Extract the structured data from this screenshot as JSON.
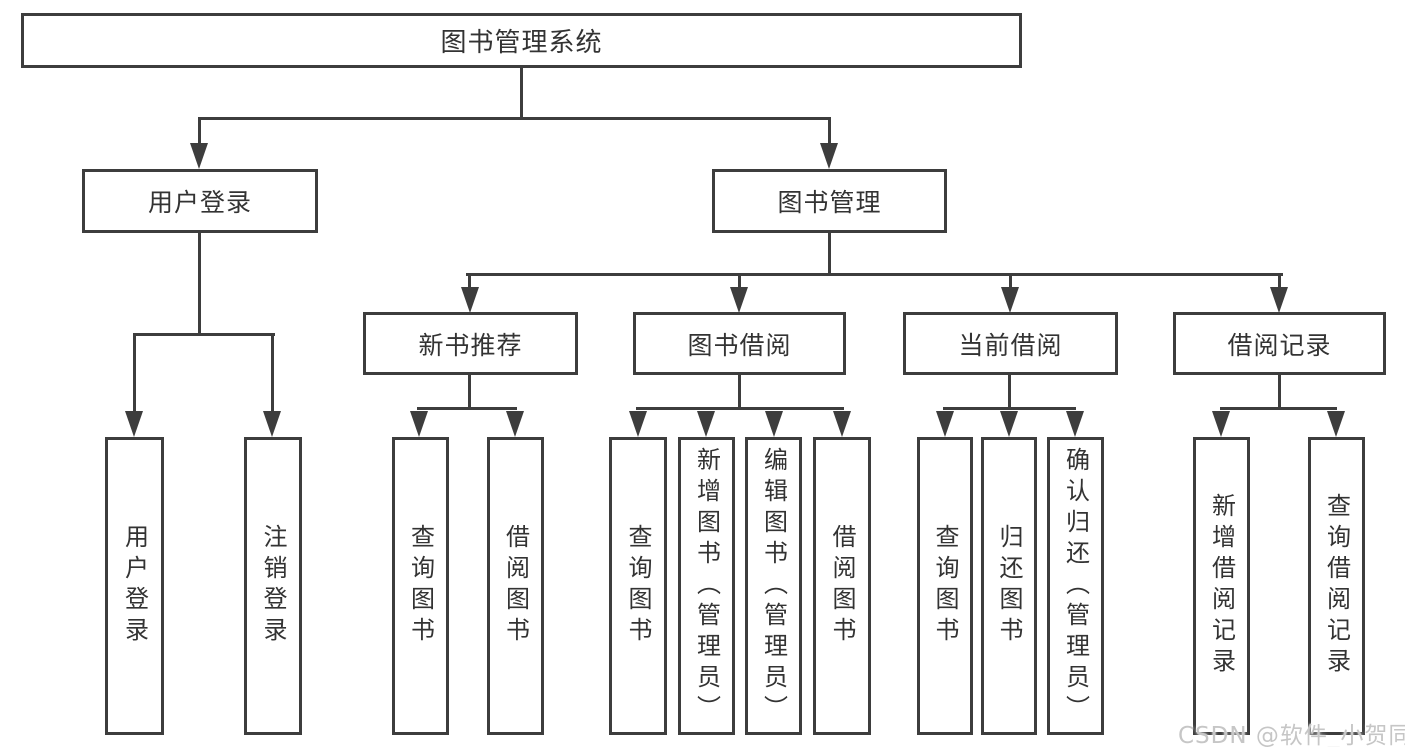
{
  "tree": {
    "root": {
      "label": "图书管理系统"
    },
    "branches": [
      {
        "label": "用户登录",
        "children": [
          {
            "label": "用户登录"
          },
          {
            "label": "注销登录"
          }
        ]
      },
      {
        "label": "图书管理",
        "children": [
          {
            "label": "新书推荐",
            "children": [
              {
                "label": "查询图书"
              },
              {
                "label": "借阅图书"
              }
            ]
          },
          {
            "label": "图书借阅",
            "children": [
              {
                "label": "查询图书"
              },
              {
                "label": "新增图书（管理员）"
              },
              {
                "label": "编辑图书（管理员）"
              },
              {
                "label": "借阅图书"
              }
            ]
          },
          {
            "label": "当前借阅",
            "children": [
              {
                "label": "查询图书"
              },
              {
                "label": "归还图书"
              },
              {
                "label": "确认归还（管理员）"
              }
            ]
          },
          {
            "label": "借阅记录",
            "children": [
              {
                "label": "新增借阅记录"
              },
              {
                "label": "查询借阅记录"
              }
            ]
          }
        ]
      }
    ]
  },
  "watermark": {
    "text": "CSDN @软件_小贺同学"
  },
  "colors": {
    "line": "#3d3d3d",
    "text": "#333333",
    "watermark": "#c6c6c6",
    "background": "#ffffff"
  }
}
